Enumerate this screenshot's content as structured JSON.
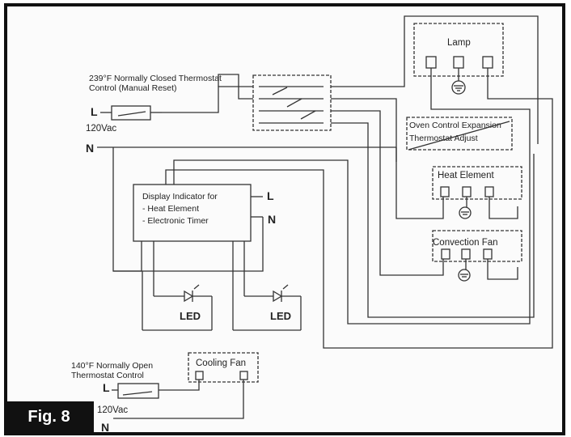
{
  "figure": {
    "label": "Fig. 8"
  },
  "thermostat_main": {
    "line1": "239°F Normally Closed Thermostat",
    "line2": "Control (Manual Reset)"
  },
  "supply_top": {
    "l": "L",
    "v": "120Vac",
    "n": "N"
  },
  "lamp": {
    "label": "Lamp"
  },
  "oven_control": {
    "line1": "Oven Control Expansion",
    "line2": "Thermostat Adjust"
  },
  "heat_element": {
    "label": "Heat Element"
  },
  "convection_fan": {
    "label": "Convection Fan"
  },
  "display": {
    "line1": "Display Indicator for",
    "line2": "- Heat Element",
    "line3": "- Electronic Timer",
    "l": "L",
    "n": "N"
  },
  "leds": [
    "LED",
    "LED"
  ],
  "cooling_thermostat": {
    "line1": "140°F Normally Open",
    "line2": "Thermostat Control"
  },
  "cooling_fan": {
    "label": "Cooling Fan"
  },
  "supply_bottom": {
    "l": "L",
    "v": "120Vac",
    "n": "N"
  }
}
